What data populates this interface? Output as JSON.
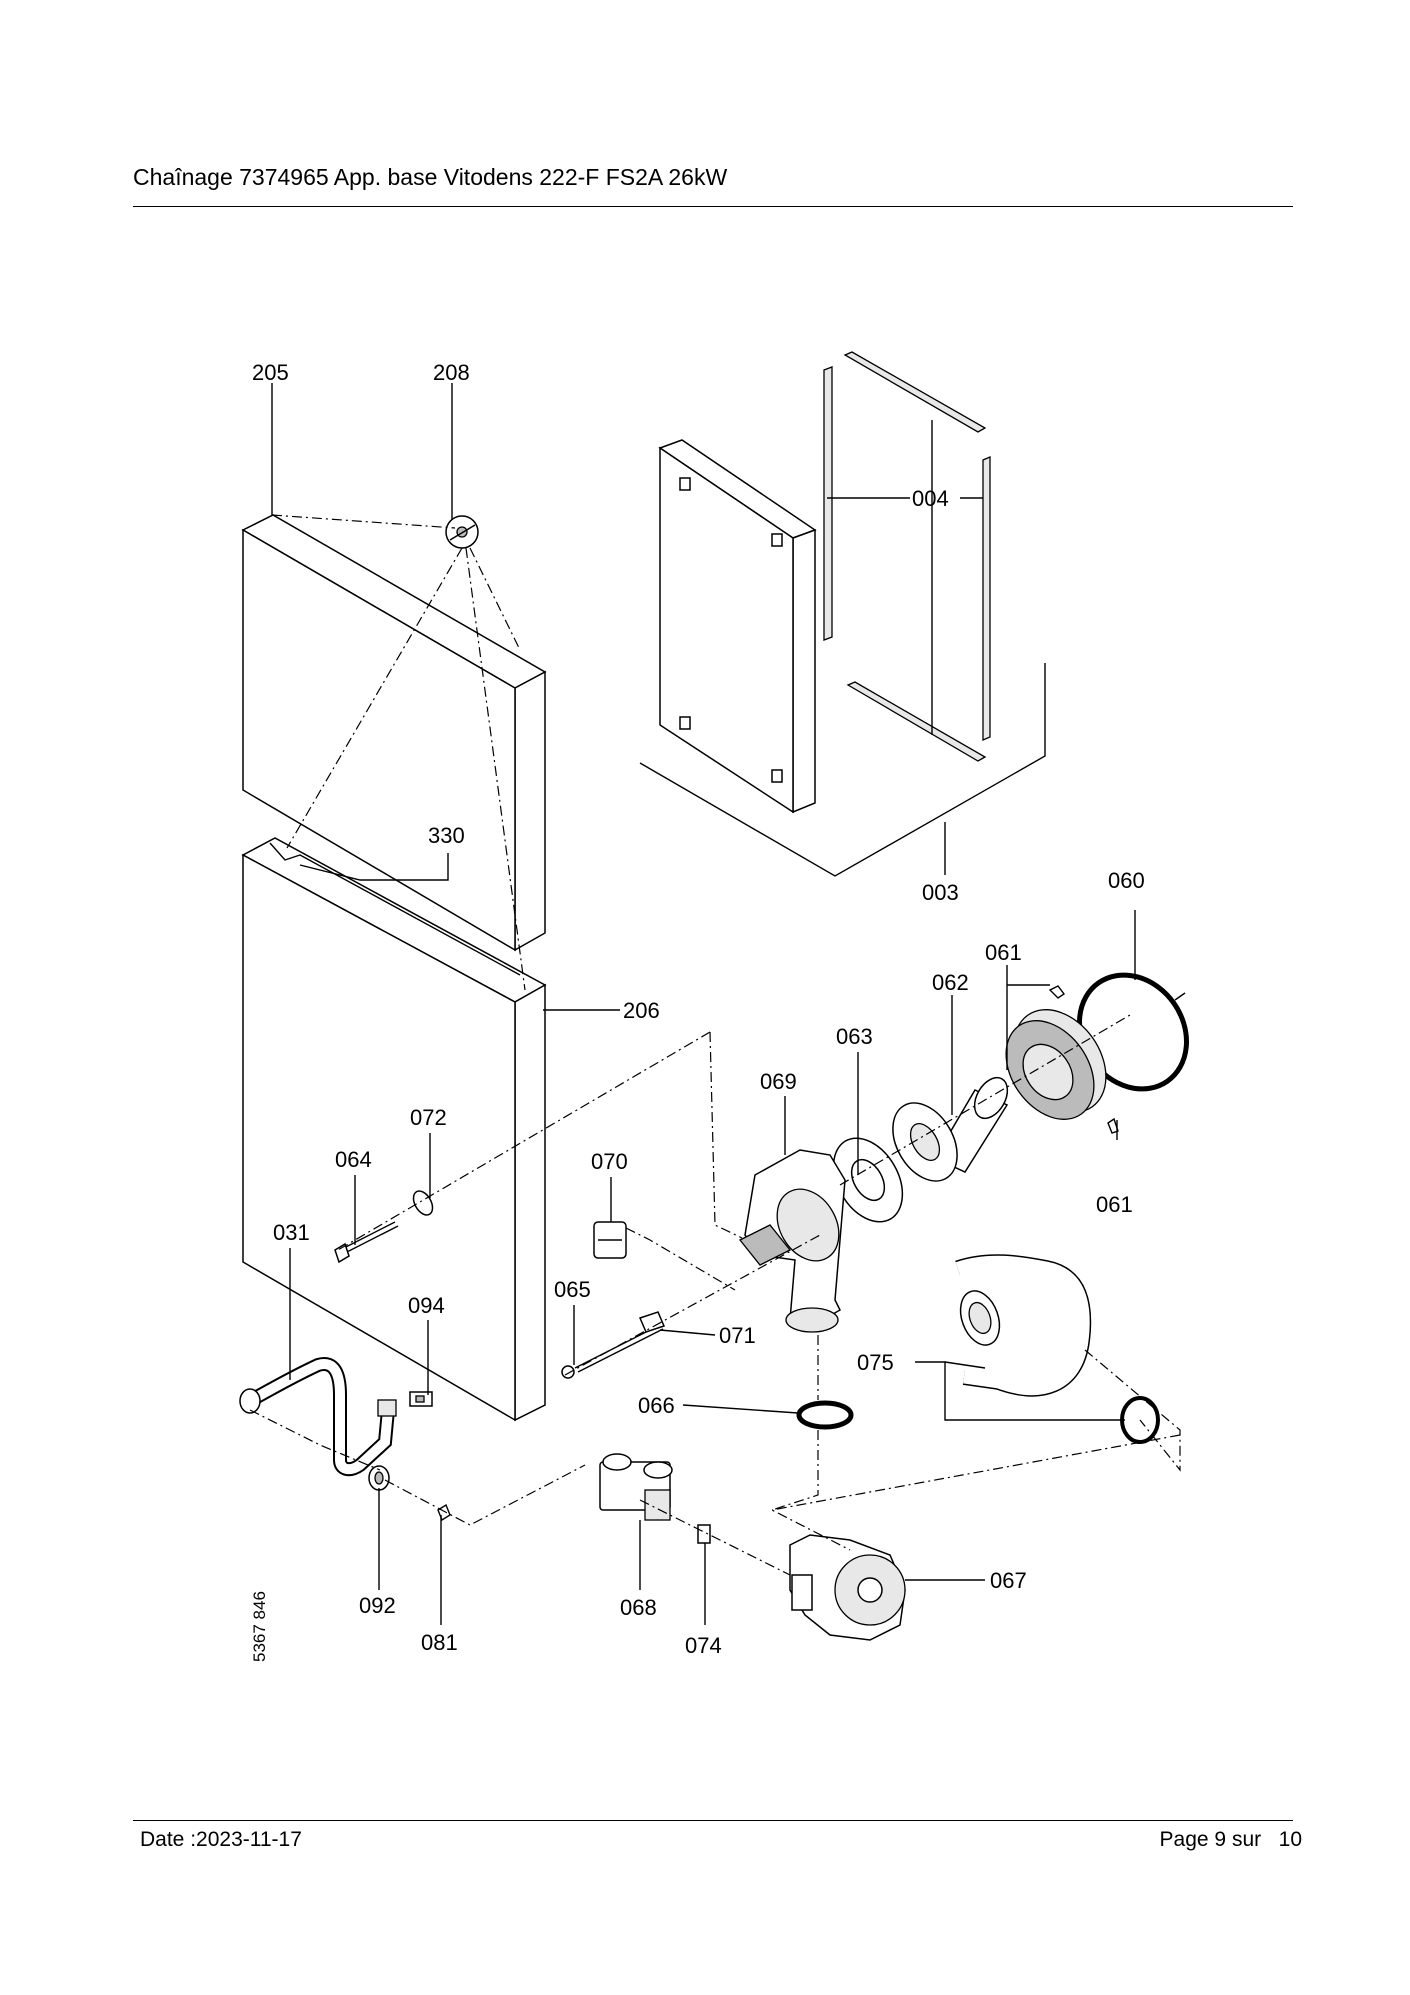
{
  "header": {
    "title": "Chaînage 7374965 App. base Vitodens 222-F FS2A 26kW"
  },
  "footer": {
    "date": "Date :2023-11-17",
    "page_label": "Page 9 sur",
    "page_total": "10"
  },
  "diagram": {
    "drawing_number": "5367 846",
    "callouts": {
      "p205": "205",
      "p208": "208",
      "p004": "004",
      "p330": "330",
      "p003": "003",
      "p060": "060",
      "p061a": "061",
      "p062": "062",
      "p206": "206",
      "p063": "063",
      "p069": "069",
      "p072": "072",
      "p064": "064",
      "p070": "070",
      "p061b": "061",
      "p031": "031",
      "p094": "094",
      "p065": "065",
      "p071": "071",
      "p075": "075",
      "p066": "066",
      "p067": "067",
      "p092": "092",
      "p068": "068",
      "p081": "081",
      "p074": "074"
    }
  }
}
